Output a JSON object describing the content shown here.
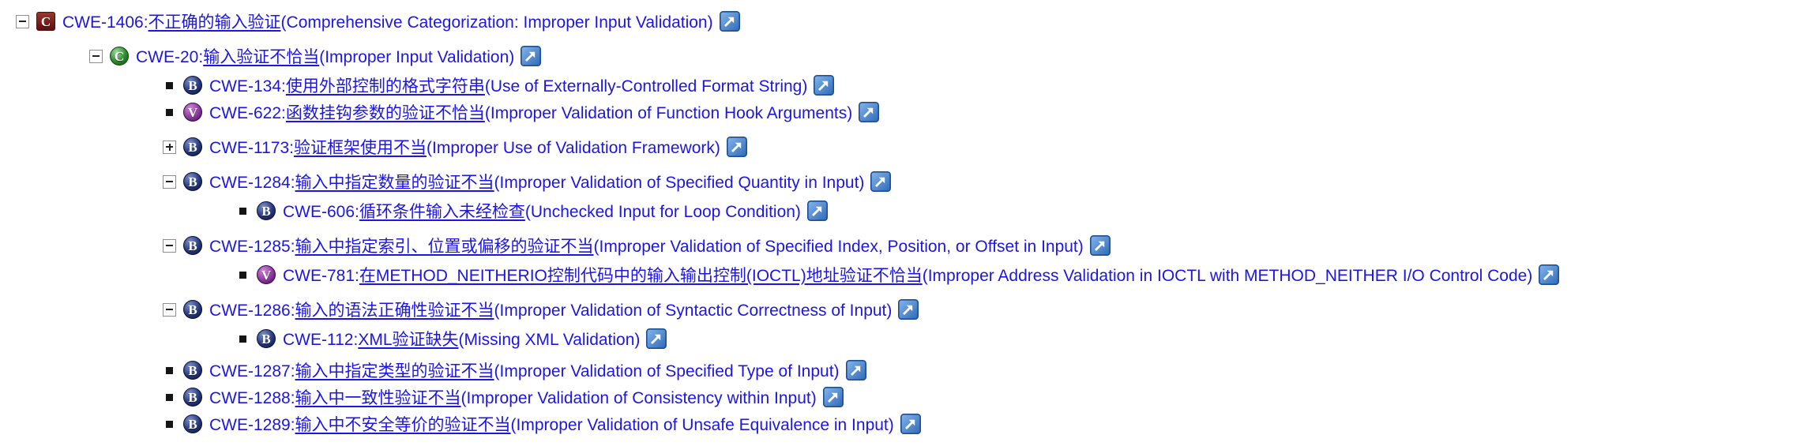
{
  "colors": {
    "link_blue": "#1c16e2",
    "badge_category": "#7b1c1c",
    "badge_class": "#2f8a2f",
    "badge_base": "#27397c",
    "badge_variant": "#8a3a9e",
    "ext_fill": "#3f7cc6",
    "ext_border": "#1d4f94"
  },
  "icons": {
    "collapse": "minus-box-icon",
    "expand": "plus-box-icon",
    "bullet": "square-bullet-icon",
    "external": "external-link-icon"
  },
  "tree": {
    "separator": ":",
    "items": [
      {
        "level": 0,
        "marker": "minus",
        "badge": "C",
        "badge_style": "category",
        "id": "CWE-1406",
        "zh": "不正确的输入验证",
        "en": "(Comprehensive Categorization: Improper Input Validation)"
      },
      {
        "level": 1,
        "marker": "minus",
        "badge": "C",
        "badge_style": "class",
        "id": "CWE-20",
        "zh": "输入验证不恰当",
        "en": "(Improper Input Validation)"
      },
      {
        "level": 2,
        "marker": "bullet",
        "badge": "B",
        "badge_style": "base",
        "id": "CWE-134",
        "zh": "使用外部控制的格式字符串",
        "en": "(Use of Externally-Controlled Format String)"
      },
      {
        "level": 2,
        "marker": "bullet",
        "badge": "V",
        "badge_style": "variant",
        "id": "CWE-622",
        "zh": "函数挂钩参数的验证不恰当",
        "en": "(Improper Validation of Function Hook Arguments)"
      },
      {
        "level": 2,
        "marker": "plus",
        "badge": "B",
        "badge_style": "base",
        "id": "CWE-1173",
        "zh": "验证框架使用不当",
        "en": "(Improper Use of Validation Framework)"
      },
      {
        "level": 2,
        "marker": "minus",
        "badge": "B",
        "badge_style": "base",
        "id": "CWE-1284",
        "zh": "输入中指定数量的验证不当",
        "en": "(Improper Validation of Specified Quantity in Input)"
      },
      {
        "level": 3,
        "marker": "bullet",
        "badge": "B",
        "badge_style": "base",
        "id": "CWE-606",
        "zh": "循环条件输入未经检查",
        "en": "(Unchecked Input for Loop Condition)"
      },
      {
        "level": 2,
        "marker": "minus",
        "badge": "B",
        "badge_style": "base",
        "id": "CWE-1285",
        "zh": "输入中指定索引、位置或偏移的验证不当",
        "en": "(Improper Validation of Specified Index, Position, or Offset in Input)"
      },
      {
        "level": 3,
        "marker": "bullet",
        "badge": "V",
        "badge_style": "variant",
        "id": "CWE-781",
        "zh": "在METHOD_NEITHERIO控制代码中的输入输出控制(IOCTL)地址验证不恰当",
        "en": "(Improper Address Validation in IOCTL with METHOD_NEITHER I/O Control Code)"
      },
      {
        "level": 2,
        "marker": "minus",
        "badge": "B",
        "badge_style": "base",
        "id": "CWE-1286",
        "zh": "输入的语法正确性验证不当",
        "en": "(Improper Validation of Syntactic Correctness of Input)"
      },
      {
        "level": 3,
        "marker": "bullet",
        "badge": "B",
        "badge_style": "base",
        "id": "CWE-112",
        "zh": "XML验证缺失",
        "en": "(Missing XML Validation)"
      },
      {
        "level": 2,
        "marker": "bullet",
        "badge": "B",
        "badge_style": "base",
        "id": "CWE-1287",
        "zh": "输入中指定类型的验证不当",
        "en": "(Improper Validation of Specified Type of Input)"
      },
      {
        "level": 2,
        "marker": "bullet",
        "badge": "B",
        "badge_style": "base",
        "id": "CWE-1288",
        "zh": "输入中一致性验证不当",
        "en": "(Improper Validation of Consistency within Input)"
      },
      {
        "level": 2,
        "marker": "bullet",
        "badge": "B",
        "badge_style": "base",
        "id": "CWE-1289",
        "zh": "输入中不安全等价的验证不当",
        "en": "(Improper Validation of Unsafe Equivalence in Input)"
      }
    ]
  }
}
